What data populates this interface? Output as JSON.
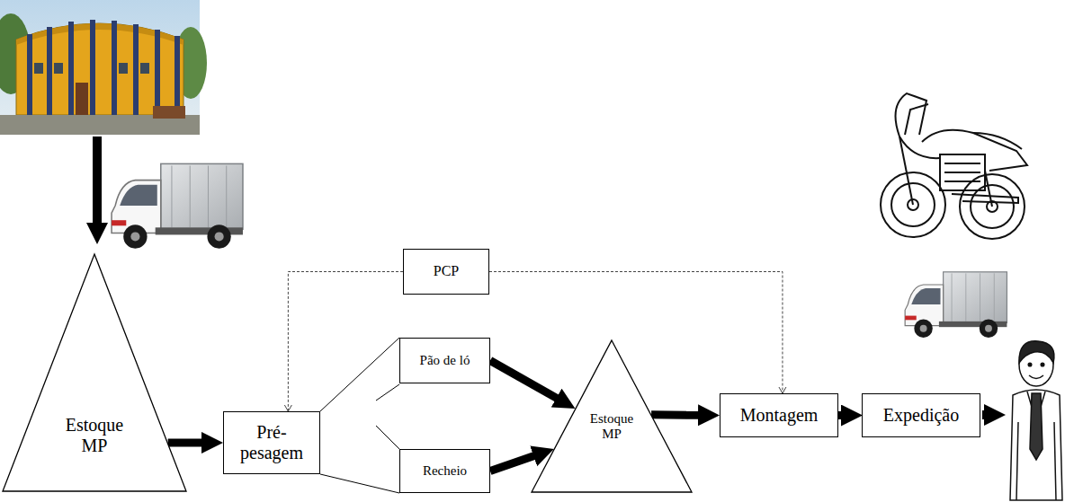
{
  "diagram": {
    "nodes": [
      {
        "text": [
          "Estoque MP"
        ]
      },
      {
        "text": [
          "PCP"
        ]
      },
      {
        "text": [
          "Pré- pesagem"
        ]
      },
      {
        "text": [
          "Pão de ló"
        ]
      },
      {
        "text": [
          "Recheio"
        ]
      },
      {
        "text": [
          "Estoque MP"
        ]
      },
      {
        "text": [
          "Montagem"
        ]
      },
      {
        "text": [
          "Expedição"
        ]
      }
    ],
    "edges": [
      {
        "from": 0,
        "to": 2,
        "arrow": "to"
      },
      {
        "from": 1,
        "to": 2,
        "arrow": "to"
      },
      {
        "from": 1,
        "to": 6,
        "arrow": "to"
      },
      {
        "from": 2,
        "to": 3,
        "arrow": "none"
      },
      {
        "from": 2,
        "to": 4,
        "arrow": "none"
      },
      {
        "from": 3,
        "to": 5,
        "arrow": "to"
      },
      {
        "from": 4,
        "to": 5,
        "arrow": "to"
      },
      {
        "from": 5,
        "to": 6,
        "arrow": "to"
      },
      {
        "from": 6,
        "to": 7,
        "arrow": "to"
      }
    ]
  }
}
